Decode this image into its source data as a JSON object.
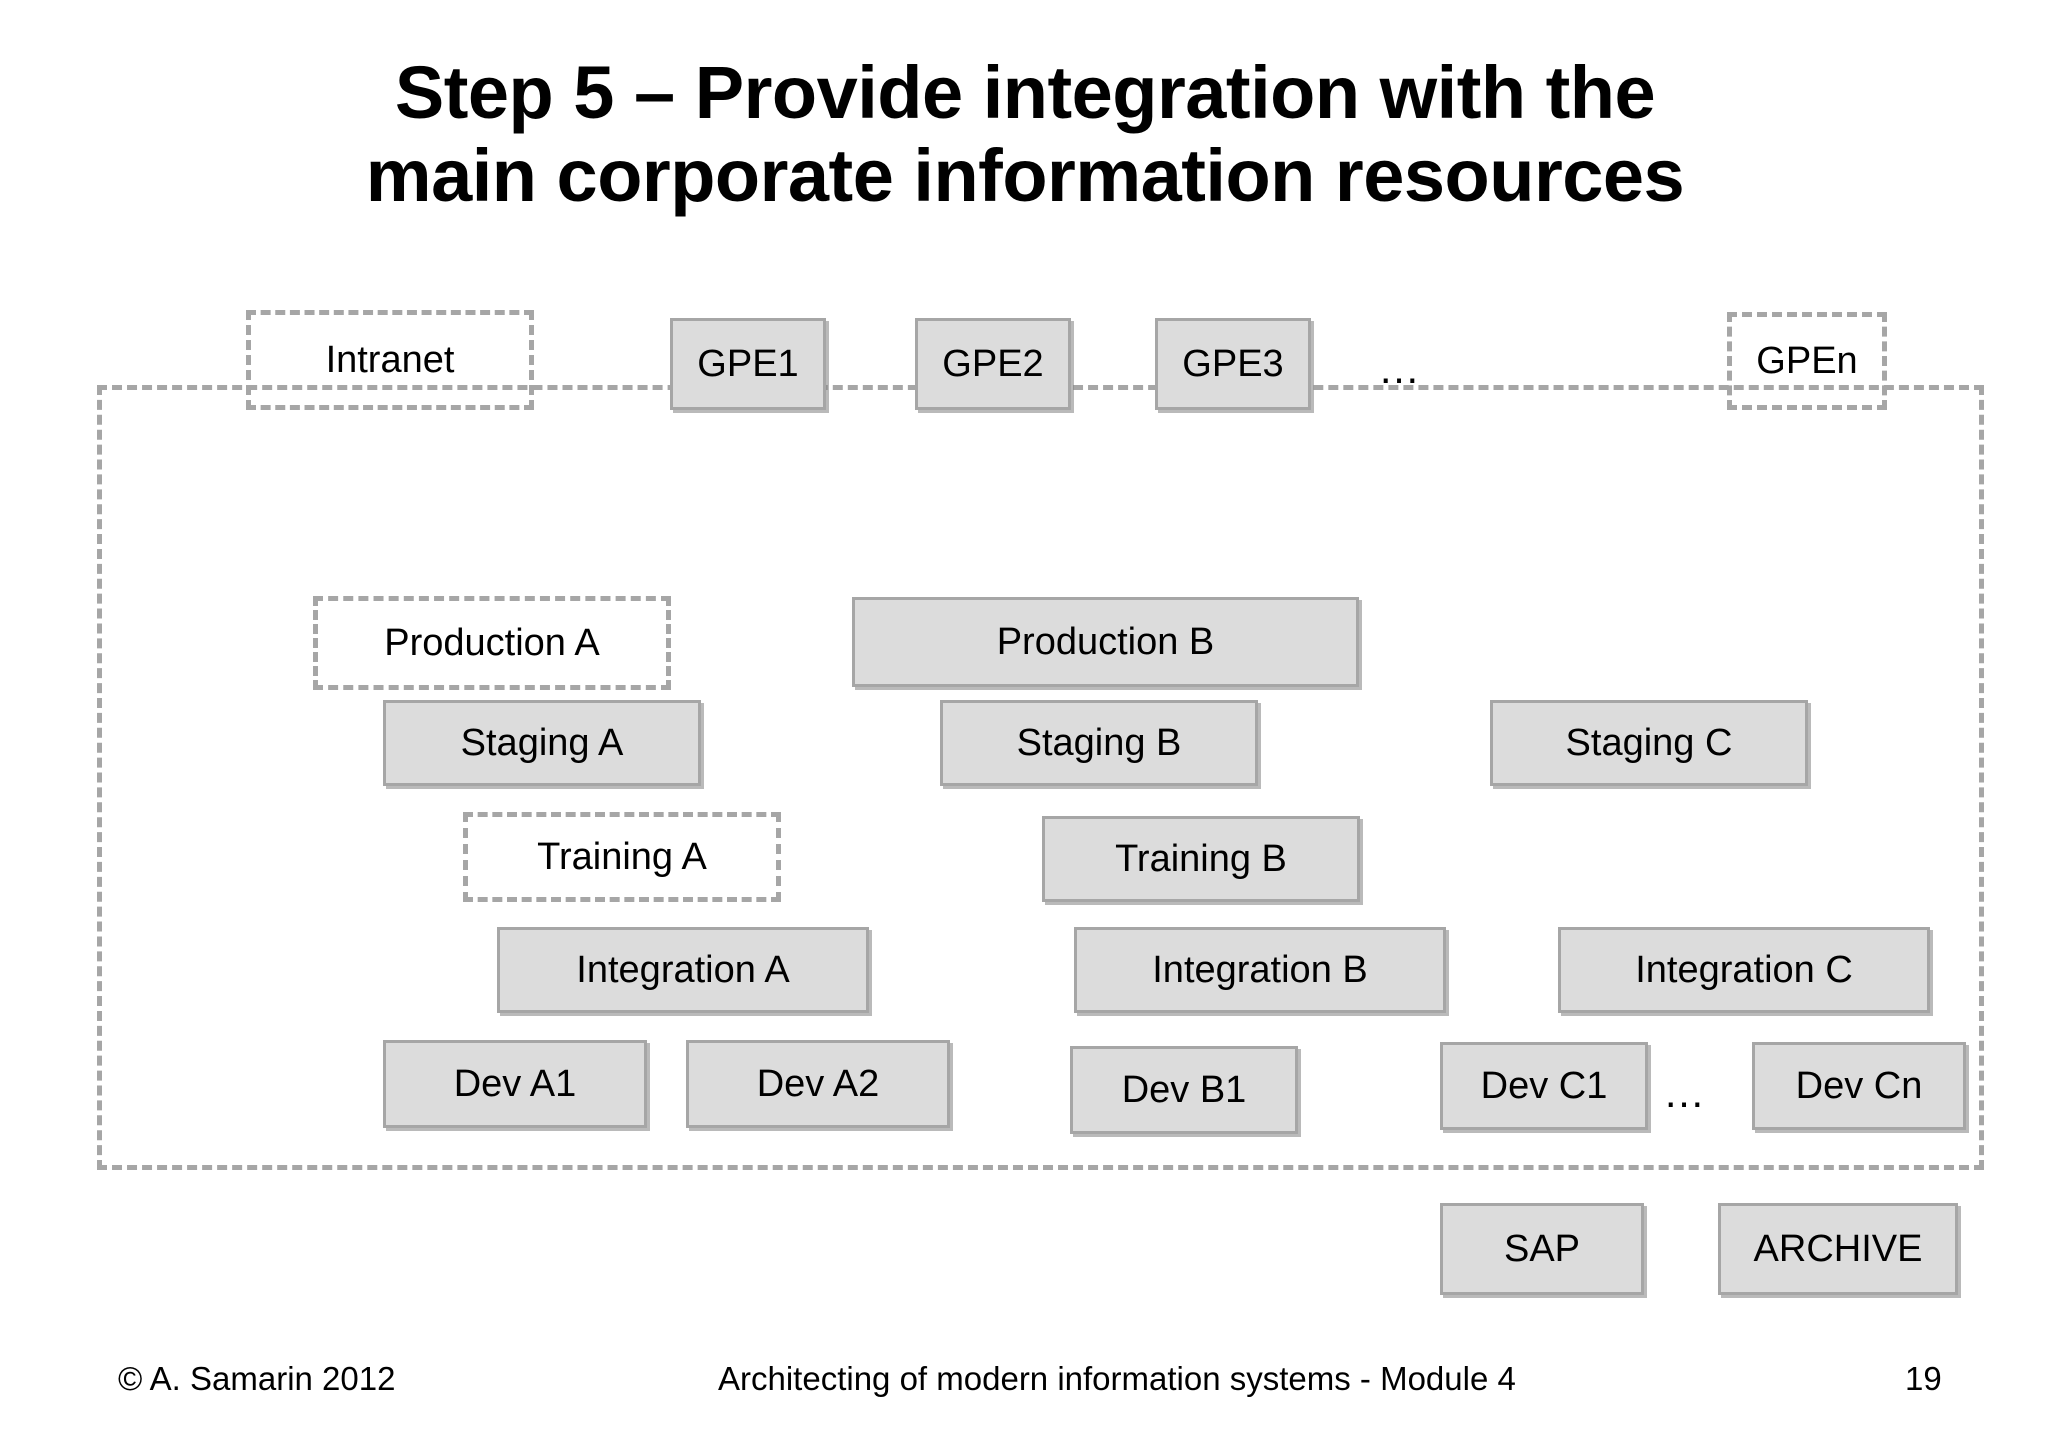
{
  "slide": {
    "title_line1": "Step 5 – Provide integration with the",
    "title_line2": "main corporate information resources"
  },
  "diagram": {
    "top_row": {
      "intranet": "Intranet",
      "gpe1": "GPE1",
      "gpe2": "GPE2",
      "gpe3": "GPE3",
      "gpe_ellipsis": "…",
      "gpen": "GPEn"
    },
    "production_row": {
      "a": "Production A",
      "b": "Production B"
    },
    "staging_row": {
      "a": "Staging A",
      "b": "Staging B",
      "c": "Staging C"
    },
    "training_row": {
      "a": "Training A",
      "b": "Training B"
    },
    "integration_row": {
      "a": "Integration A",
      "b": "Integration B",
      "c": "Integration C"
    },
    "dev_row": {
      "a1": "Dev A1",
      "a2": "Dev A2",
      "b1": "Dev B1",
      "c1": "Dev C1",
      "dev_ellipsis": "…",
      "cn": "Dev Cn"
    },
    "external_row": {
      "sap": "SAP",
      "archive": "ARCHIVE"
    }
  },
  "footer": {
    "copyright": "© A. Samarin 2012",
    "center": "Architecting of modern information systems - Module 4",
    "page_number": "19"
  },
  "colors": {
    "box_fill": "#dcdcdc",
    "box_border": "#a6a6a6",
    "dashed_border": "#a6a6a6",
    "text": "#000000",
    "background": "#ffffff"
  }
}
